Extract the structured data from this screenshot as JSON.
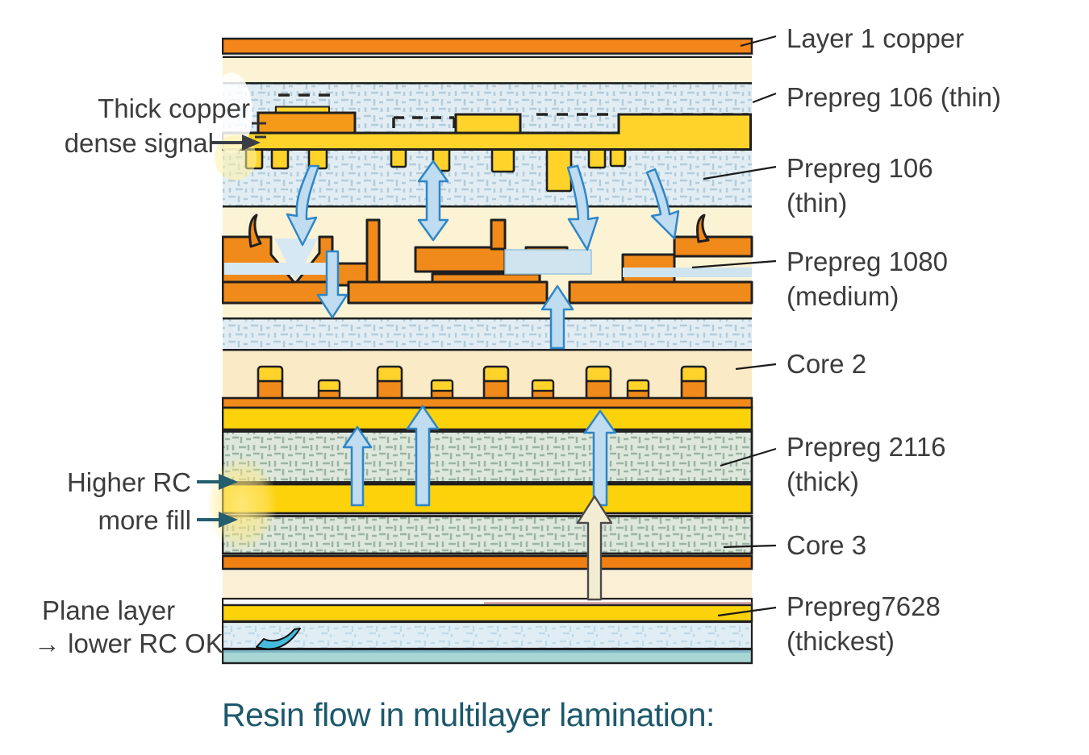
{
  "title": {
    "text": "Resin flow in multilayer lamination:"
  },
  "left_labels": {
    "thick_copper": "Thick copper",
    "dense_signal": "dense signal",
    "higher_rc": "Higher RC",
    "more_fill": "more fill",
    "plane_layer": "Plane layer",
    "lower_rc": "→ lower RC OK"
  },
  "right_labels": {
    "layer1_copper": "Layer 1 copper",
    "prepreg_106_first": "Prepreg 106 (thin)",
    "prepreg_106_second": "Prepreg 106\n(thin)",
    "prepreg_1080": "Prepreg 1080\n(medium)",
    "core_2": "Core 2",
    "prepreg_2116": "Prepreg 2116\n(thick)",
    "core_3": "Core 3",
    "prepreg_7628": "Prepreg7628\n(thickest)"
  },
  "diagram": {
    "description": "PCB multilayer lamination stackup cross-section with resin flow arrows",
    "arrows": [
      "resin-flow-down-left",
      "resin-exchange-double-arrow",
      "resin-flow-down-mid",
      "resin-flow-down-right",
      "resin-flow-down-into-core",
      "resin-flow-up-into-1080",
      "resin-flow-up-2116-small",
      "resin-flow-up-2116-mid",
      "resin-flow-up-2116-right",
      "resin-flow-up-through-core3",
      "resin-swoosh-plane-layer"
    ]
  },
  "colors": {
    "copper_orange": "#F5861C",
    "trace_orange": "#F08A1A",
    "copper_yellow": "#FFD32A",
    "yellow_band": "#FCD20B",
    "cream_dielectric": "#FBF3D4",
    "core2_cream": "#FAEAC6",
    "prepreg_blue_texture": "#E2EDF3",
    "prepreg_green_texture": "#DDE7DC",
    "bottom_blue_texture": "#E0EDF5",
    "teal_bar": "#A7D6D3",
    "arrow_fill_blue": "#BFDCF0",
    "arrow_outline_blue": "#2E86C8",
    "outline_black": "#1F1F1F",
    "label_text": "#3C3C3C",
    "title_teal": "#1D586B"
  }
}
